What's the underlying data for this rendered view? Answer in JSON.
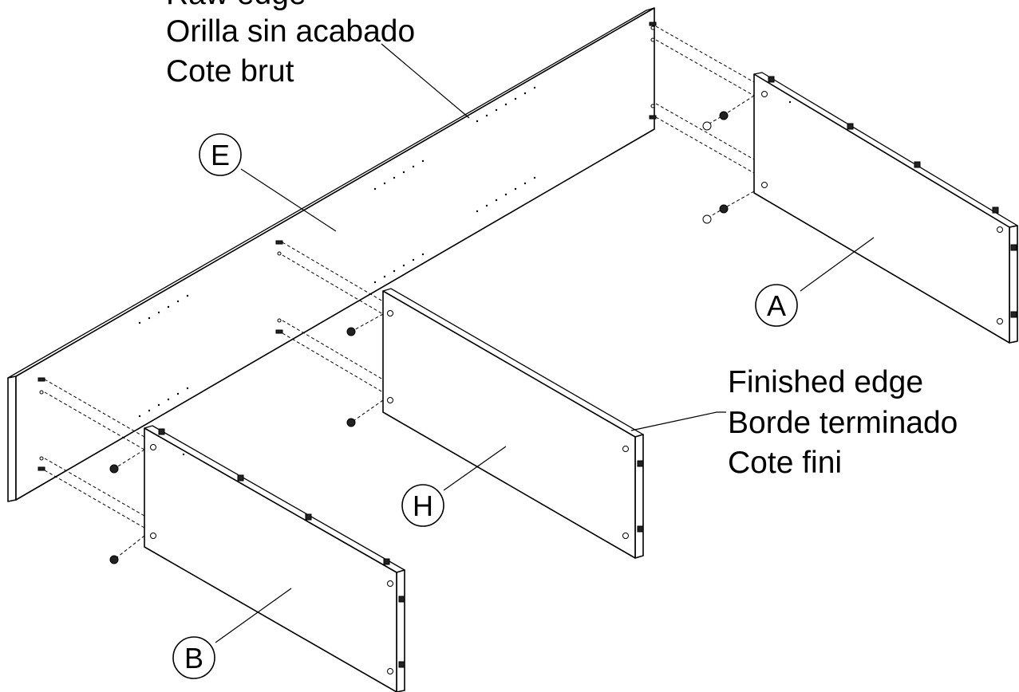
{
  "callouts": {
    "unfinished_edge": {
      "line1": "Raw edge",
      "line2": "Orilla sin acabado",
      "line3": "Cote brut"
    },
    "finished_edge": {
      "line1": "Finished edge",
      "line2": "Borde terminado",
      "line3": "Cote fini"
    }
  },
  "parts": {
    "back_panel": "E",
    "right_panel": "A",
    "center_panel": "H",
    "left_panel": "B"
  }
}
